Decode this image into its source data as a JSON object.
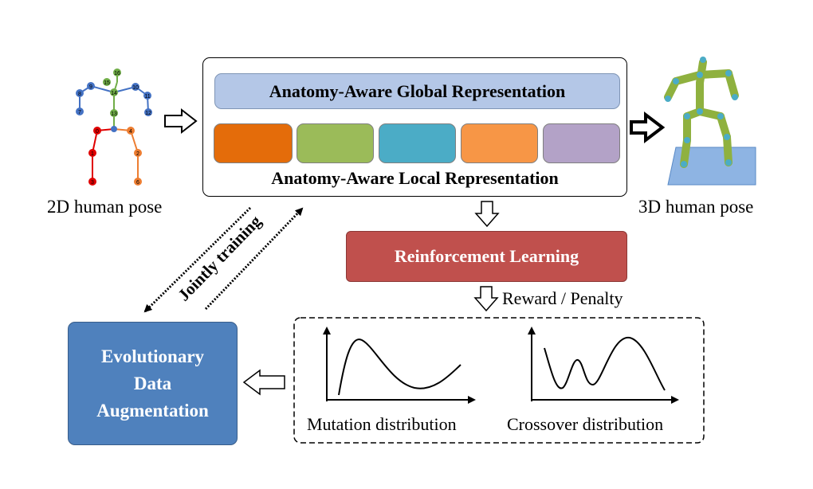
{
  "input_label": "2D human pose",
  "output_label": "3D human pose",
  "global_rep": "Anatomy-Aware Global Representation",
  "local_rep": "Anatomy-Aware Local Representation",
  "rl": "Reinforcement Learning",
  "reward": "Reward / Penalty",
  "jointly": "Jointly training",
  "eda": [
    "Evolutionary",
    "Data",
    "Augmentation"
  ],
  "mutation": "Mutation distribution",
  "crossover": "Crossover distribution",
  "joint_ids": [
    "0",
    "1",
    "2",
    "3",
    "4",
    "5",
    "6",
    "7",
    "8",
    "9",
    "10",
    "11",
    "12",
    "13",
    "14",
    "15",
    "16"
  ],
  "colors": {
    "global_fill": "#b4c7e7",
    "local_blocks": [
      "#e46c0a",
      "#9bbb59",
      "#4bacc6",
      "#f79646",
      "#b3a2c7"
    ],
    "rl_fill": "#c0504d",
    "eda_fill": "#4f81bd",
    "pose_blue": "#4472c4",
    "pose_green": "#70ad47",
    "pose_red": "#e00000",
    "pose_orange": "#ed7d31"
  }
}
